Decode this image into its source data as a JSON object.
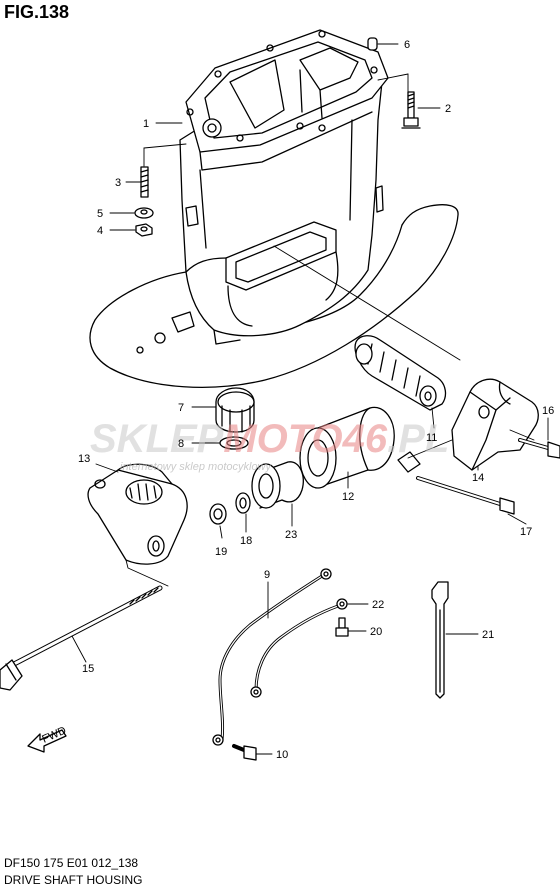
{
  "title": "FIG.138",
  "footer": {
    "model_code": "DF150 175 E01 012_138",
    "name": "DRIVE SHAFT HOUSING"
  },
  "watermark": {
    "brand_a": "SKLEP",
    "brand_b": "MOTO",
    "brand_c": "46",
    "brand_d": ".PL",
    "tagline": "internetowy sklep motocyklowy"
  },
  "fwd_label": "FWD",
  "callouts": {
    "c1": "1",
    "c2": "2",
    "c3": "3",
    "c4": "4",
    "c5": "5",
    "c6": "6",
    "c7": "7",
    "c8": "8",
    "c9": "9",
    "c10": "10",
    "c11": "11",
    "c12": "12",
    "c13": "13",
    "c14": "14",
    "c15": "15",
    "c16": "16",
    "c17": "17",
    "c18": "18",
    "c19": "19",
    "c20": "20",
    "c21": "21",
    "c22": "22",
    "c23": "23"
  },
  "colors": {
    "line": "#000000",
    "watermark_gray": "#c9c9c9",
    "watermark_red": "#e88585"
  }
}
